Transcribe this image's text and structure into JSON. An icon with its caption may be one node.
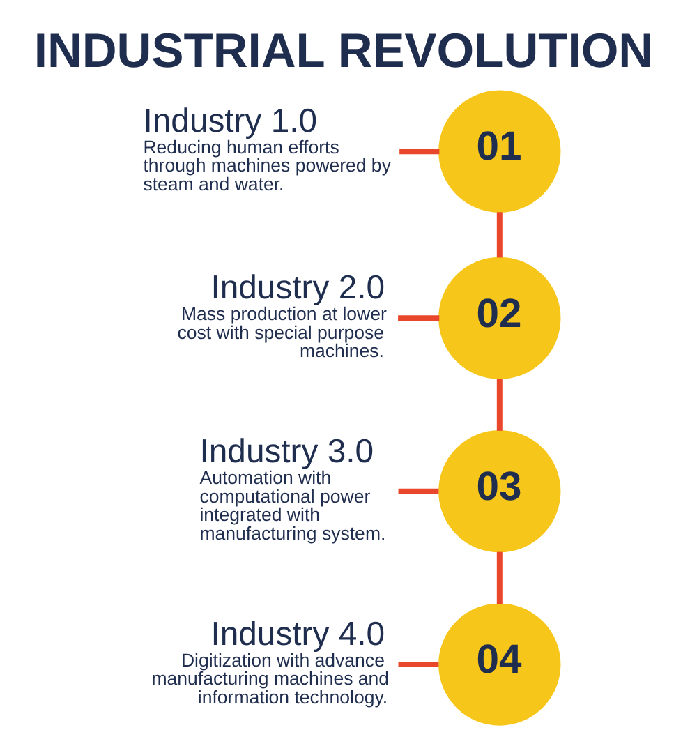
{
  "diagram": {
    "title": "INDUSTRIAL REVOLUTION",
    "nodes": [
      {
        "text": [
          "Industry 1.0",
          "Reducing human efforts through machines powered by steam and water."
        ]
      },
      {
        "text": [
          "01"
        ]
      },
      {
        "text": [
          "02"
        ]
      },
      {
        "text": [
          "Industry 2.0",
          "Mass production at lower cost with special purpose machines."
        ]
      },
      {
        "text": [
          "Industry 3.0",
          "Automation with computational power integrated with manufacturing system."
        ]
      },
      {
        "text": [
          "03"
        ]
      },
      {
        "text": [
          "04"
        ]
      },
      {
        "text": [
          "Industry 4.0",
          "Digitization with advance manufacturing machines and information technology."
        ]
      }
    ],
    "edges": [
      {
        "from": 1,
        "to": 2,
        "arrow": "none"
      },
      {
        "from": 2,
        "to": 5,
        "arrow": "none"
      },
      {
        "from": 5,
        "to": 6,
        "arrow": "none"
      },
      {
        "from": 0,
        "to": 1,
        "arrow": "none"
      },
      {
        "from": 3,
        "to": 2,
        "arrow": "none"
      },
      {
        "from": 4,
        "to": 5,
        "arrow": "none"
      },
      {
        "from": 7,
        "to": 6,
        "arrow": "none"
      }
    ]
  }
}
